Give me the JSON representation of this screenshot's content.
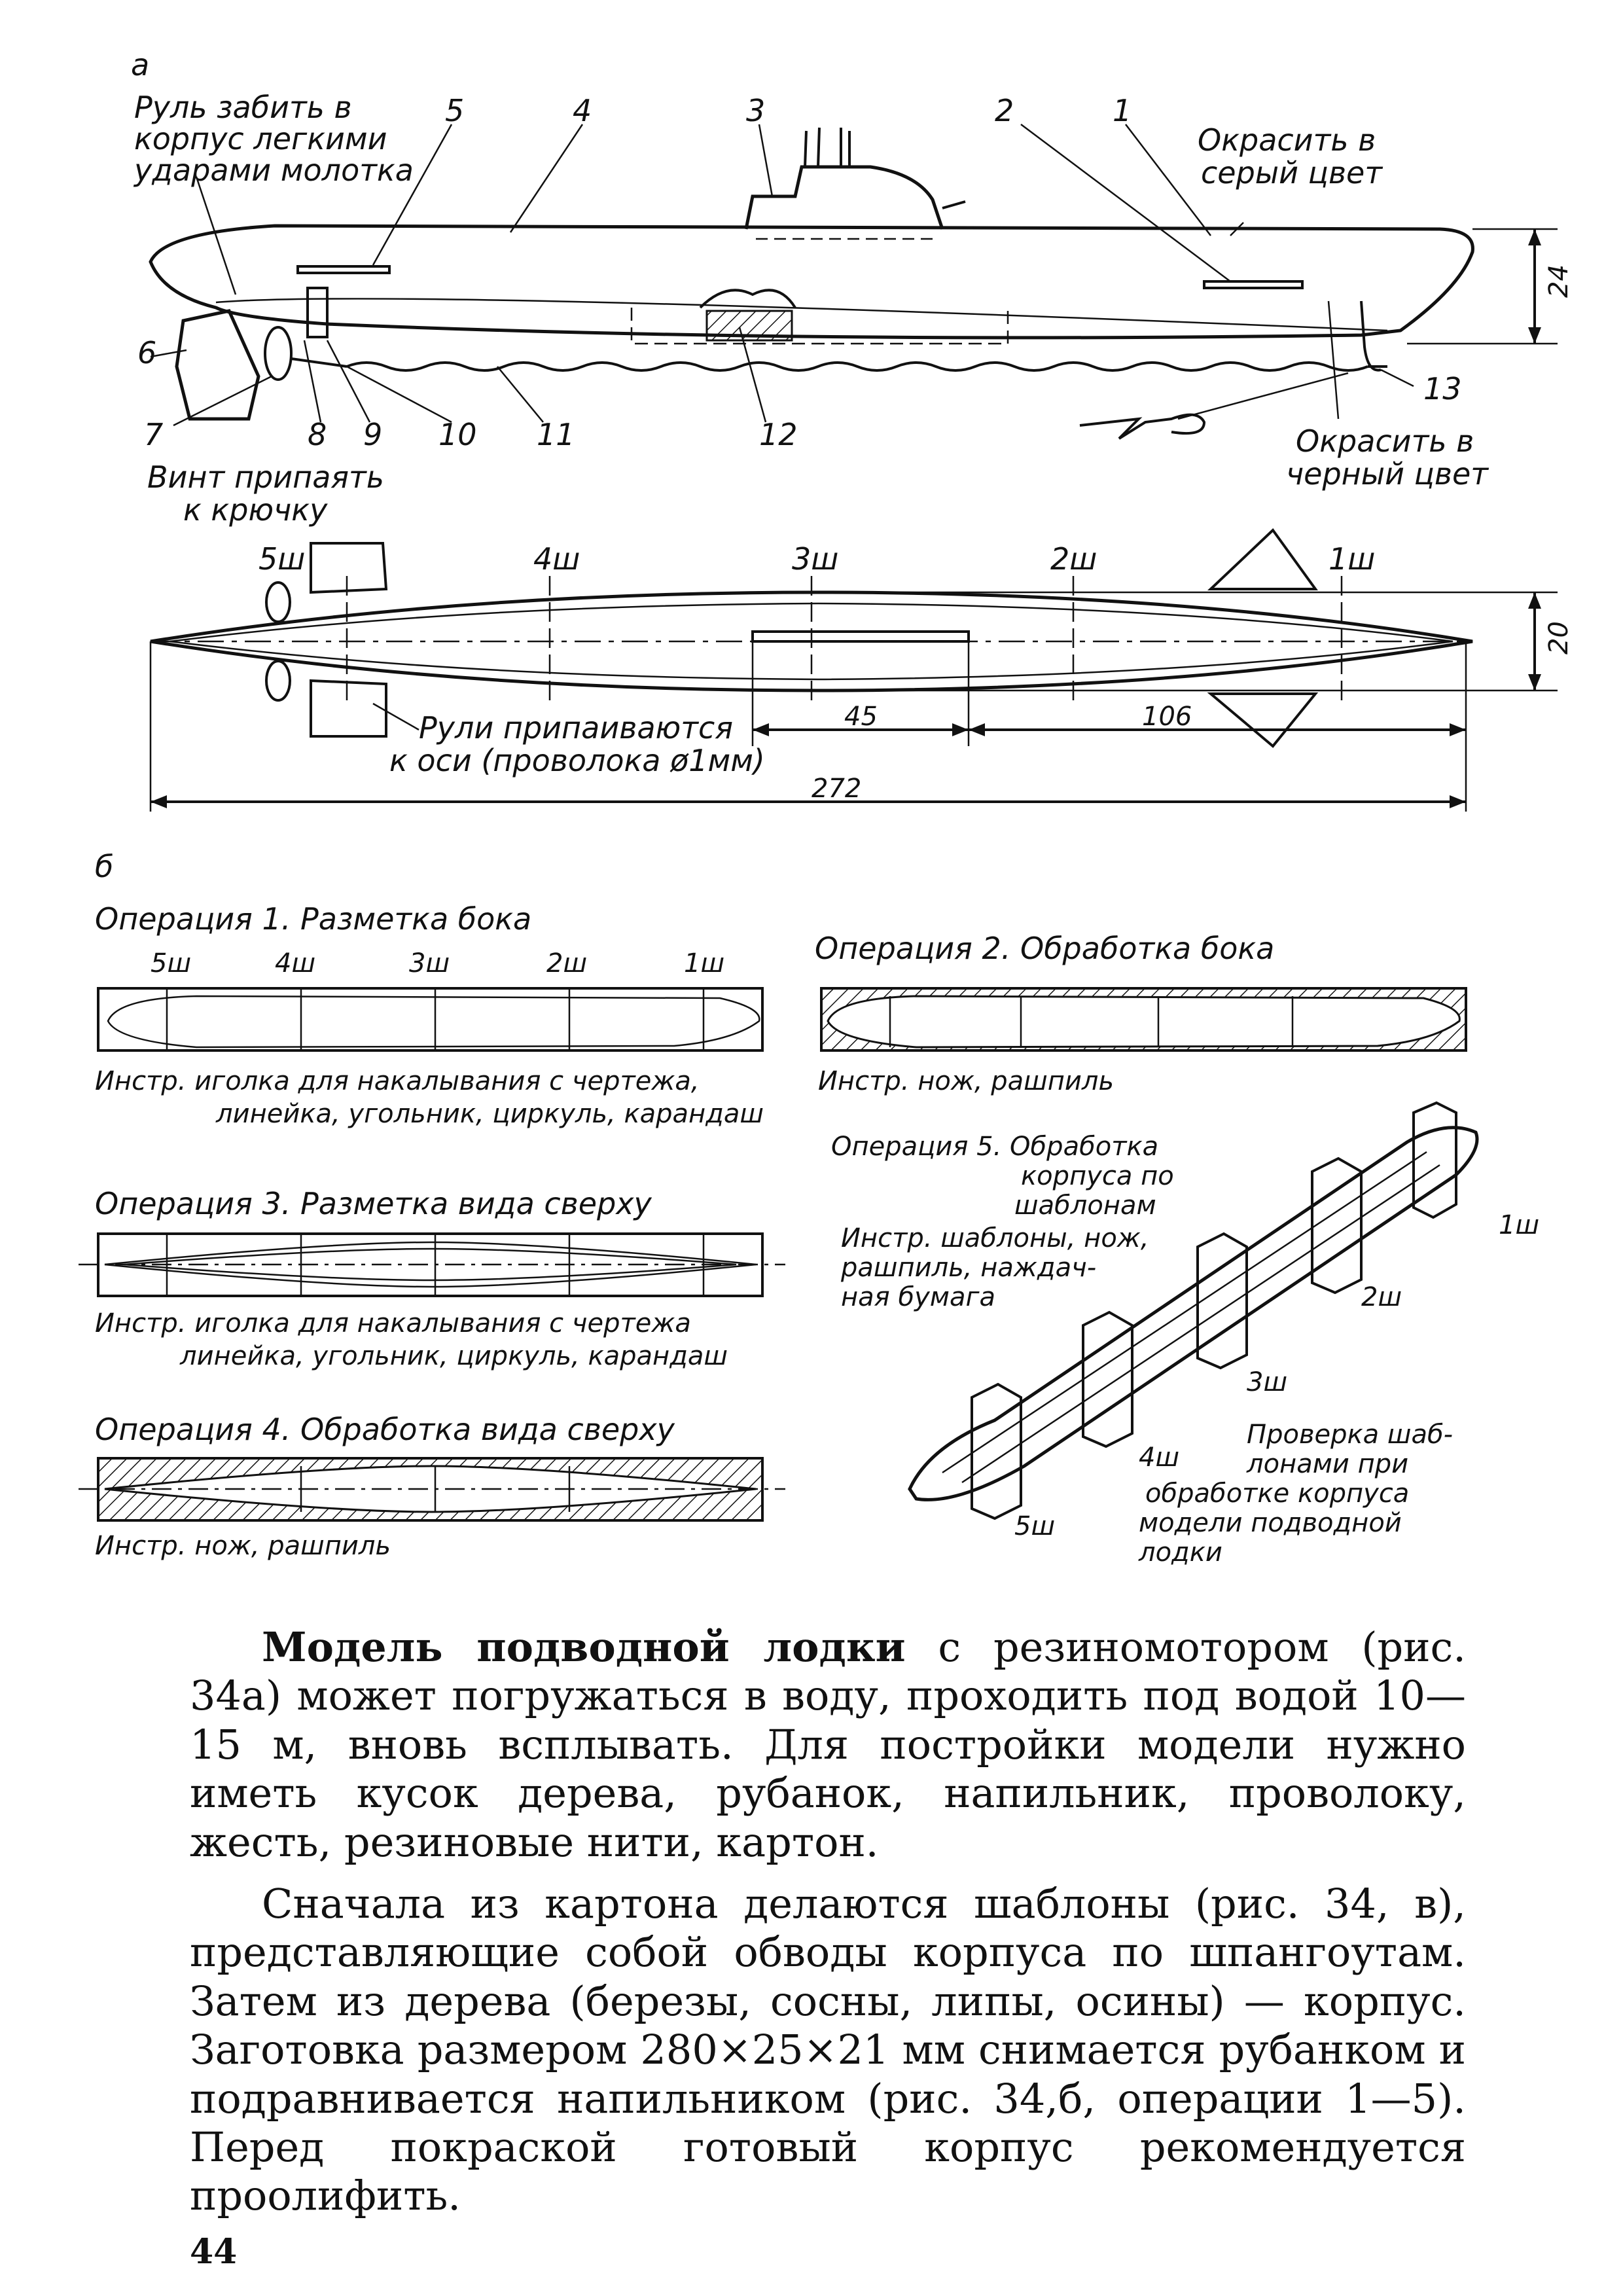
{
  "figure": {
    "part_a": "а",
    "part_b": "б",
    "side_view": {
      "callouts": [
        "5",
        "4",
        "3",
        "2",
        "1",
        "6",
        "7",
        "8",
        "9",
        "10",
        "11",
        "12",
        "13"
      ],
      "note_rudder_line1": "Руль забить в",
      "note_rudder_line2": "корпус легкими",
      "note_rudder_line3": "ударами молотка",
      "note_grey_line1": "Окрасить в",
      "note_grey_line2": "серый цвет",
      "note_black_line1": "Окрасить в",
      "note_black_line2": "черный цвет",
      "note_prop_line1": "Винт припаять",
      "note_prop_line2": "к крючку",
      "dim_height": "24"
    },
    "top_view": {
      "frames": [
        "5ш",
        "4ш",
        "3ш",
        "2ш",
        "1ш"
      ],
      "note_line1": "Рули припаиваются",
      "note_line2": "к оси (проволока ø1мм)",
      "dim_width": "20",
      "dim_45": "45",
      "dim_106": "106",
      "dim_272": "272"
    },
    "op1": {
      "title": "Операция 1. Разметка бока",
      "frames": [
        "5ш",
        "4ш",
        "3ш",
        "2ш",
        "1ш"
      ],
      "tools_line1": "Инстр. иголка для накалывания с чертежа,",
      "tools_line2": "линейка, угольник, циркуль, карандаш"
    },
    "op2": {
      "title": "Операция 2. Обработка бока",
      "tools": "Инстр. нож, рашпиль"
    },
    "op3": {
      "title": "Операция 3. Разметка вида сверху",
      "tools_line1": "Инстр. иголка для накалывания с чертежа",
      "tools_line2": "линейка, угольник, циркуль, карандаш"
    },
    "op4": {
      "title": "Операция 4. Обработка вида сверху",
      "tools": "Инстр. нож, рашпиль"
    },
    "op5": {
      "title_line1": "Операция 5. Обработка",
      "title_line2": "корпуса по",
      "title_line3": "шаблонам",
      "tools_line1": "Инстр. шаблоны, нож,",
      "tools_line2": "рашпиль, наждач-",
      "tools_line3": "ная бумага",
      "frames": [
        "1ш",
        "2ш",
        "3ш",
        "4ш",
        "5ш"
      ],
      "check_line1": "Проверка шаб-",
      "check_line2": "лонами при",
      "check_line3": "обработке корпуса",
      "check_line4": "модели подводной",
      "check_line5": "лодки"
    }
  },
  "text": {
    "p1_bold": "Модель подводной лодки",
    "p1_rest": " с резиномотором (рис. 34а) может погружаться в воду, проходить под водой 10—15 м, вновь всплывать. Для постройки модели нужно иметь кусок дерева, рубанок, напильник, проволоку, жесть, резиновые нити, картон.",
    "p2": "Сначала из картона делаются шаблоны (рис. 34, в), представляющие собой обводы корпуса по шпангоутам. Затем из дерева (березы, сосны, липы, осины) — корпус. Заготовка размером 280×25×21 мм снимается рубанком и подравнивается напильником (рис. 34,б, операции 1—5). Перед покраской готовый корпус рекомендуется проолифить."
  },
  "page_number": "44"
}
